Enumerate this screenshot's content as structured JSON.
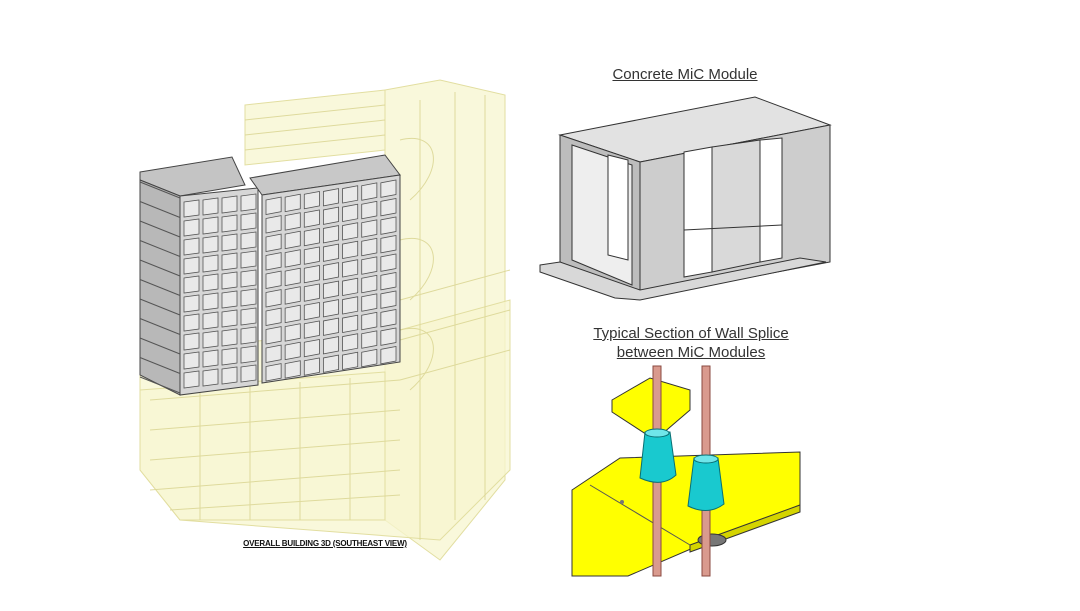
{
  "captions": {
    "module": "Concrete MiC Module",
    "splice_line1": "Typical Section of Wall Splice",
    "splice_line2": "between MiC Modules",
    "building": "OVERALL BUILDING 3D (SOUTHEAST VIEW)"
  },
  "colors": {
    "podium_yellow": "#f6f4c4",
    "module_grey": "#cfcfcf",
    "slab_yellow": "#ffff00",
    "coupler_cyan": "#19c9cf",
    "rebar_pink": "#d99a8e"
  }
}
